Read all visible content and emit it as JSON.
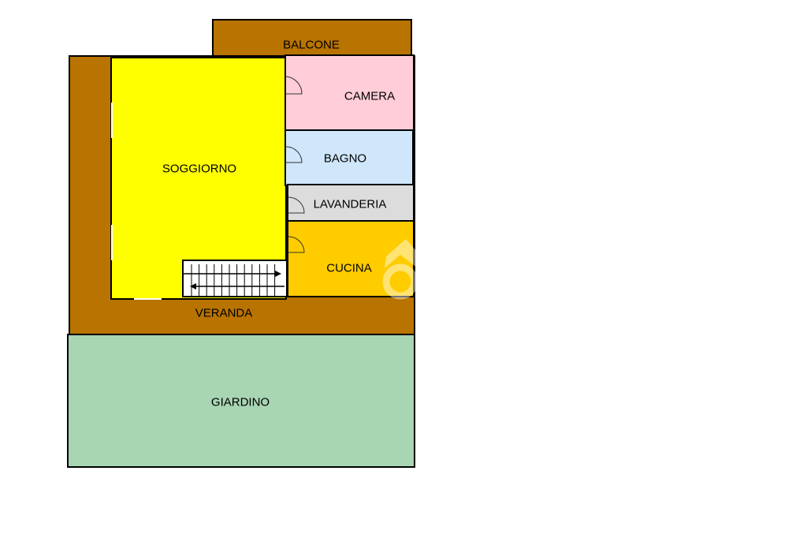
{
  "rooms": {
    "balcone": "BALCONE",
    "soggiorno": "SOGGIORNO",
    "camera": "CAMERA",
    "bagno": "BAGNO",
    "lavanderia": "LAVANDERIA",
    "cucina": "CUCINA",
    "veranda": "VERANDA",
    "giardino": "GIARDINO"
  },
  "colors": {
    "terrace": "#b87300",
    "living": "#ffff00",
    "bedroom": "#ffcdd8",
    "bathroom": "#cfe6fb",
    "laundry": "#dcdcdc",
    "kitchen": "#ffcc00",
    "garden": "#a8d5b2"
  }
}
